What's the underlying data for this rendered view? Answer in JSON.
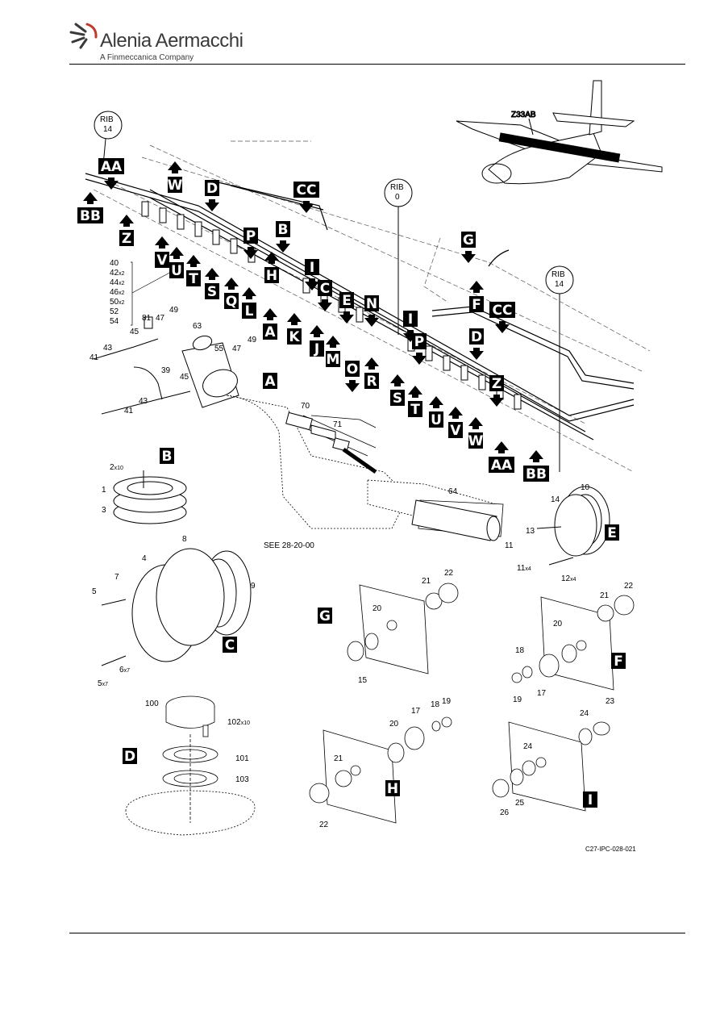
{
  "brand": {
    "name": "Alenia Aermacchi",
    "subtitle": "A Finmeccanica Company"
  },
  "figure_ref": "C27-IPC-028-021",
  "see_ref": "SEE 28-20-00",
  "zone": "Z33AB",
  "ribs": [
    {
      "top": "RIB",
      "bottom": "14"
    },
    {
      "top": "RIB",
      "bottom": "0"
    },
    {
      "top": "RIB",
      "bottom": "14"
    }
  ],
  "qty_list": [
    {
      "n": "40",
      "q": ""
    },
    {
      "n": "42",
      "q": "x2"
    },
    {
      "n": "44",
      "q": "x2"
    },
    {
      "n": "46",
      "q": "x2"
    },
    {
      "n": "50",
      "q": "x2"
    },
    {
      "n": "52",
      "q": ""
    },
    {
      "n": "54",
      "q": ""
    }
  ],
  "view_letters": [
    "AA",
    "BB",
    "W",
    "D",
    "CC",
    "B",
    "Z",
    "P",
    "V",
    "U",
    "I",
    "T",
    "H",
    "S",
    "Q",
    "L",
    "C",
    "E",
    "G",
    "A",
    "N",
    "K",
    "J",
    "M",
    "O",
    "R",
    "I",
    "P",
    "F",
    "CC",
    "D",
    "Z",
    "S",
    "T",
    "U",
    "V",
    "W",
    "AA",
    "BB",
    "A",
    "B",
    "C",
    "D",
    "E",
    "G",
    "H",
    "I",
    "F"
  ],
  "parts": {
    "p41a": "41",
    "p43a": "43",
    "p45a": "45",
    "p81": "81",
    "p47a": "47",
    "p49a": "49",
    "p63": "63",
    "p55": "55",
    "p47b": "47",
    "p49b": "49",
    "p39": "39",
    "p45b": "45",
    "p43b": "43",
    "p41b": "41",
    "p70": "70",
    "p71": "71",
    "p64": "64",
    "p2": "2",
    "p2q": "x10",
    "p1": "1",
    "p3": "3",
    "p10": "10",
    "p14": "14",
    "p13": "13",
    "p11a": "11",
    "p11b": "11",
    "p11q": "x4",
    "p12": "12",
    "p12q": "x4",
    "p8": "8",
    "p4": "4",
    "p7": "7",
    "p5a": "5",
    "p9": "9",
    "p5b": "5",
    "p5q": "x7",
    "p6": "6",
    "p6q": "x7",
    "gp22": "22",
    "gp21": "21",
    "gp20": "20",
    "gp15": "15",
    "fp22": "22",
    "fp21": "21",
    "fp20": "20",
    "fp18": "18",
    "fp19": "19",
    "fp17": "17",
    "dp100": "100",
    "dp102": "102",
    "dp102q": "x10",
    "dp101": "101",
    "dp103": "103",
    "hp17": "17",
    "hp18": "18",
    "hp19": "19",
    "hp20": "20",
    "hp21": "21",
    "hp22": "22",
    "ip24a": "24",
    "ip23": "23",
    "ip24b": "24",
    "ip25": "25",
    "ip26": "26"
  }
}
